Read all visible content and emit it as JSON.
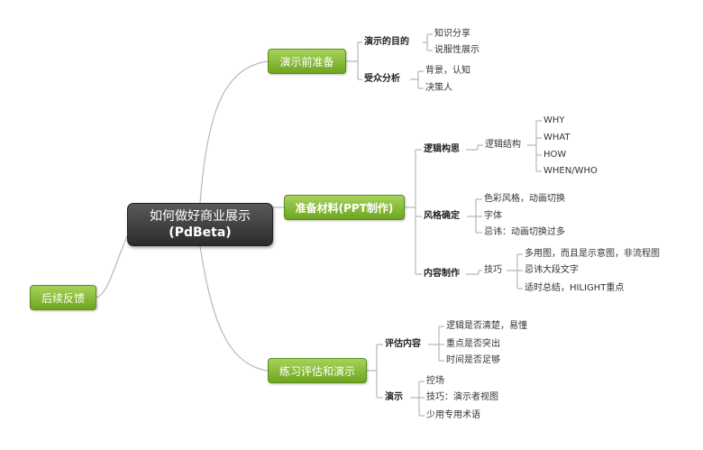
{
  "root": {
    "line1": "如何做好商业展示",
    "line2": "(PdBeta)"
  },
  "branches": {
    "b1": {
      "label": "演示前准备",
      "purpose": {
        "label": "演示的目的",
        "items": [
          "知识分享",
          "说服性展示"
        ]
      },
      "audience": {
        "label": "受众分析",
        "items": [
          "背景，认知",
          "决策人"
        ]
      }
    },
    "b2": {
      "label": "准备材料(PPT制作)",
      "logic": {
        "label": "逻辑构思",
        "sub": "逻辑结构",
        "items": [
          "WHY",
          "WHAT",
          "HOW",
          "WHEN/WHO"
        ]
      },
      "style": {
        "label": "风格确定",
        "items": [
          "色彩风格，动画切换",
          "字体",
          "忌讳：动画切换过多"
        ]
      },
      "content": {
        "label": "内容制作",
        "sub": "技巧",
        "items": [
          "多用图，而且是示意图，非流程图",
          "忌讳大段文字",
          "适时总结，HILIGHT重点"
        ]
      }
    },
    "b3": {
      "label": "练习评估和演示",
      "evaluate": {
        "label": "评估内容",
        "items": [
          "逻辑是否清楚，易懂",
          "重点是否突出",
          "时间是否足够"
        ]
      },
      "present": {
        "label": "演示",
        "items": [
          "控场",
          "技巧：演示者视图",
          "少用专用术语"
        ]
      }
    },
    "b4": {
      "label": "后续反馈"
    }
  },
  "colors": {
    "branch_green": "#8cc63f",
    "root_dark": "#3a3a3a",
    "connector": "#b8b8b8"
  }
}
